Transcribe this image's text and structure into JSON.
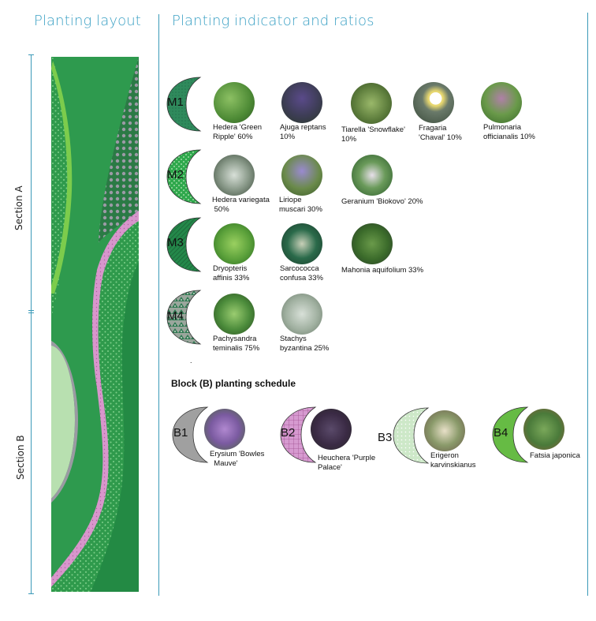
{
  "headings": {
    "left": "Planting layout",
    "right": "Planting indicator and ratios"
  },
  "layout": {
    "sections": [
      {
        "label": "Section A"
      },
      {
        "label": "Section B"
      }
    ]
  },
  "colors": {
    "accent": "#3aa0c4",
    "m1": "#2f8a5c",
    "m2": "#2fa84c",
    "m3": "#24884a",
    "m4": "#8a9a8e",
    "b1": "#a0a0a0",
    "b2": "#d69ad0",
    "b3": "#cde8c8",
    "b4": "#66bb44"
  },
  "mixes": [
    {
      "id": "M1",
      "plants": [
        {
          "line1": "Hedera 'Green",
          "line2": "Ripple' 60%"
        },
        {
          "line1": "Ajuga reptans",
          "line2": "10%"
        },
        {
          "line1": "Tiarella 'Snowflake'",
          "line2": "10%"
        },
        {
          "line1": "Fragaria",
          "line2": "'Chaval' 10%"
        },
        {
          "line1": "Pulmonaria",
          "line2": "officianalis 10%"
        }
      ]
    },
    {
      "id": "M2",
      "plants": [
        {
          "line1": "Hedera variegata",
          "line2": " 50%"
        },
        {
          "line1": "Liriope",
          "line2": "muscari 30%"
        },
        {
          "line1": "Geranium 'Biokovo' 20%",
          "line2": ""
        }
      ]
    },
    {
      "id": "M3",
      "plants": [
        {
          "line1": "Dryopteris",
          "line2": "affinis 33%"
        },
        {
          "line1": "Sarcococca",
          "line2": "confusa 33%"
        },
        {
          "line1": "Mahonia aquifolium 33%",
          "line2": ""
        }
      ]
    },
    {
      "id": "M4",
      "plants": [
        {
          "line1": "Pachysandra",
          "line2": "teminalis 75%"
        },
        {
          "line1": "Stachys",
          "line2": "byzantina 25%"
        }
      ]
    }
  ],
  "schedule": {
    "title": "Block (B) planting schedule",
    "blocks": [
      {
        "id": "B1",
        "line1": "Erysium 'Bowles",
        "line2": "  Mauve'"
      },
      {
        "id": "B2",
        "line1": "Heuchera 'Purple",
        "line2": "Palace'"
      },
      {
        "id": "B3",
        "line1": "Erigeron",
        "line2": "karvinskianus"
      },
      {
        "id": "B4",
        "line1": "Fatsia japonica",
        "line2": ""
      }
    ]
  },
  "stray_mark": "."
}
